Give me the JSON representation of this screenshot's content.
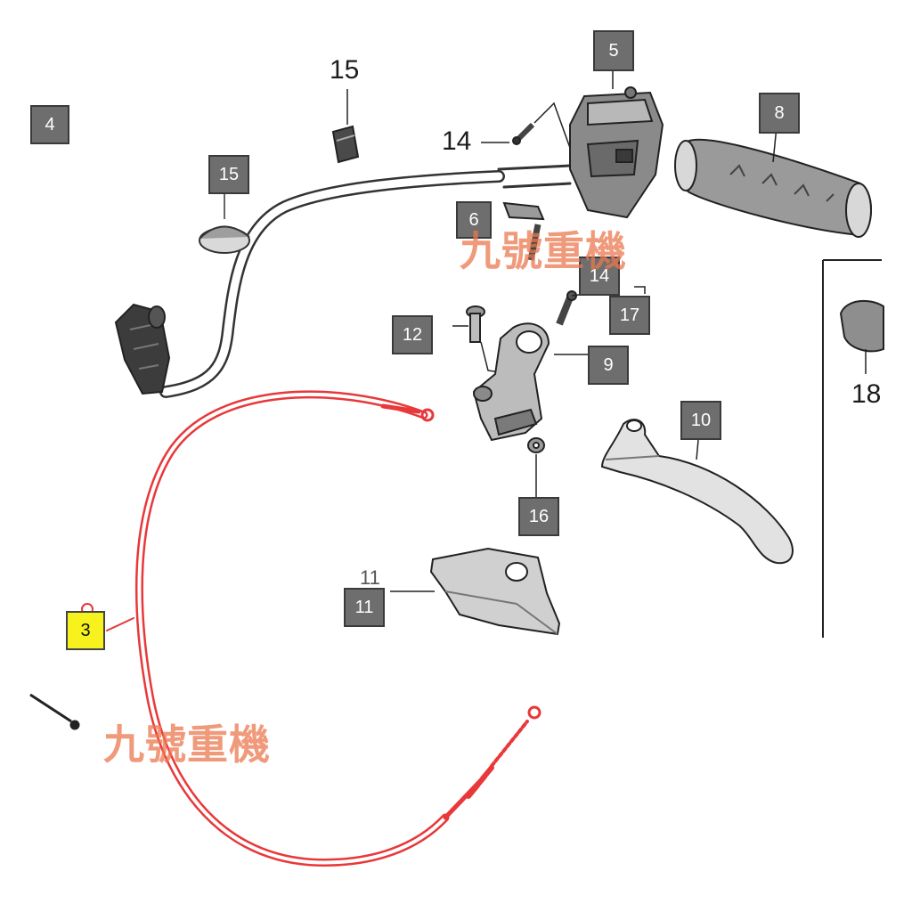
{
  "callouts": {
    "c4": "4",
    "c5": "5",
    "c8": "8",
    "c15_box": "15",
    "c6": "6",
    "c14_box": "14",
    "c17": "17",
    "c12": "12",
    "c9": "9",
    "c10": "10",
    "c16": "16",
    "c11": "11",
    "c3": "3"
  },
  "labels": {
    "l15_plain": "15",
    "l14_plain": "14",
    "l18_plain": "18",
    "l11_faint": "11"
  },
  "watermark": {
    "text": "九號重機"
  },
  "colors": {
    "callout_bg": "#6e6e6e",
    "highlight_bg": "#f7f21e",
    "cable_red": "#e8383a",
    "watermark": "#eb7850"
  }
}
